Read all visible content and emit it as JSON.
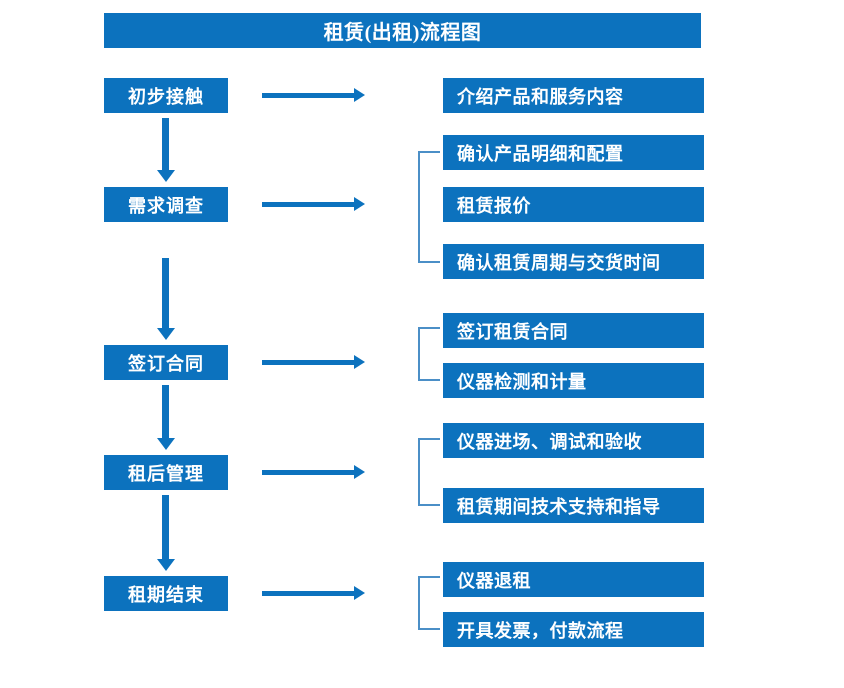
{
  "diagram": {
    "title": "租赁(出租)流程图",
    "colors": {
      "primary_blue": "#0C72BE",
      "bracket_blue": "#4B8FC7",
      "text_on_blue": "#FFFFFF",
      "background": "#FFFFFF"
    },
    "stages": [
      {
        "id": "stage-1",
        "label": "初步接触"
      },
      {
        "id": "stage-2",
        "label": "需求调查"
      },
      {
        "id": "stage-3",
        "label": "签订合同"
      },
      {
        "id": "stage-4",
        "label": "租后管理"
      },
      {
        "id": "stage-5",
        "label": "租期结束"
      }
    ],
    "details": [
      {
        "id": "detail-1",
        "label": "介绍产品和服务内容"
      },
      {
        "id": "detail-2",
        "label": "确认产品明细和配置"
      },
      {
        "id": "detail-3",
        "label": "租赁报价"
      },
      {
        "id": "detail-4",
        "label": "确认租赁周期与交货时间"
      },
      {
        "id": "detail-5",
        "label": "签订租赁合同"
      },
      {
        "id": "detail-6",
        "label": "仪器检测和计量"
      },
      {
        "id": "detail-7",
        "label": "仪器进场、调试和验收"
      },
      {
        "id": "detail-8",
        "label": "租赁期间技术支持和指导"
      },
      {
        "id": "detail-9",
        "label": "仪器退租"
      },
      {
        "id": "detail-10",
        "label": "开具发票，付款流程"
      }
    ],
    "groups": [
      {
        "id": "group-requirements",
        "members": [
          "detail-2",
          "detail-3",
          "detail-4"
        ]
      },
      {
        "id": "group-contract",
        "members": [
          "detail-5",
          "detail-6"
        ]
      },
      {
        "id": "group-management",
        "members": [
          "detail-7",
          "detail-8"
        ]
      },
      {
        "id": "group-closing",
        "members": [
          "detail-9",
          "detail-10"
        ]
      }
    ],
    "flow_connectors": [
      {
        "id": "flow-1-2",
        "from": "stage-1",
        "to": "stage-2",
        "direction": "down"
      },
      {
        "id": "flow-2-3",
        "from": "stage-2",
        "to": "stage-3",
        "direction": "down"
      },
      {
        "id": "flow-3-4",
        "from": "stage-3",
        "to": "stage-4",
        "direction": "down"
      },
      {
        "id": "flow-4-5",
        "from": "stage-4",
        "to": "stage-5",
        "direction": "down"
      }
    ],
    "branch_connectors": [
      {
        "id": "branch-1",
        "from": "stage-1",
        "direction": "right"
      },
      {
        "id": "branch-2",
        "from": "stage-2",
        "direction": "right"
      },
      {
        "id": "branch-3",
        "from": "stage-3",
        "direction": "right"
      },
      {
        "id": "branch-4",
        "from": "stage-4",
        "direction": "right"
      },
      {
        "id": "branch-5",
        "from": "stage-5",
        "direction": "right"
      }
    ]
  }
}
